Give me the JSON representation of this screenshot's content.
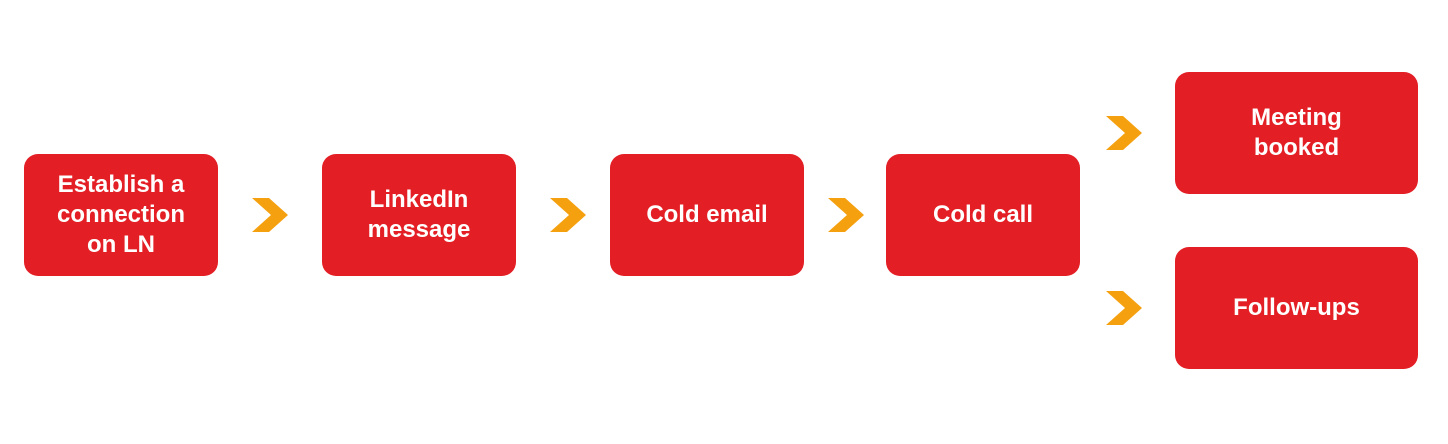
{
  "colors": {
    "box_fill": "#e31e24",
    "box_text": "#ffffff",
    "arrow": "#f5a00f"
  },
  "steps": [
    {
      "label_lines": [
        "Establish a",
        "connection",
        "on LN"
      ]
    },
    {
      "label_lines": [
        "LinkedIn",
        "message"
      ]
    },
    {
      "label_lines": [
        "Cold email"
      ]
    },
    {
      "label_lines": [
        "Cold call"
      ]
    }
  ],
  "outcomes": [
    {
      "label_lines": [
        "Meeting",
        "booked"
      ]
    },
    {
      "label_lines": [
        "Follow-ups"
      ]
    }
  ],
  "arrow_icon": "chevron-right-icon"
}
